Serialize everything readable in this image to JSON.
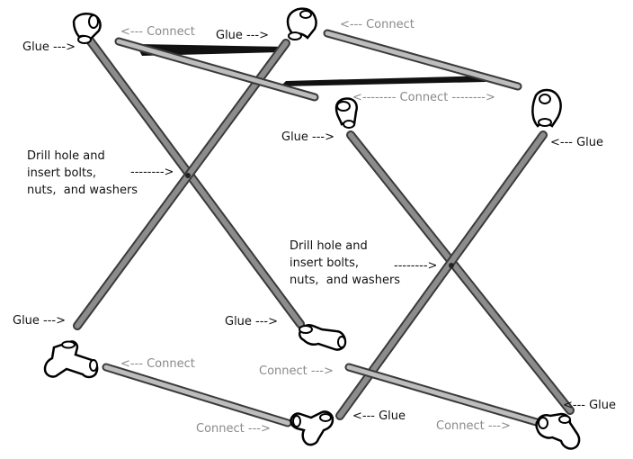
{
  "labels": {
    "glue_1": "Glue --->",
    "connect_1": "<--- Connect",
    "glue_2": "Glue --->",
    "connect_2": "<--- Connect",
    "connect_3": "<-------- Connect -------->",
    "glue_3": "Glue --->",
    "glue_4": "<--- Glue",
    "drill_1": "Drill hole and\ninsert bolts,\nnuts,  and washers",
    "drill_arrow_1": "-------->",
    "drill_2": "Drill hole and\ninsert bolts,\nnuts,  and washers",
    "drill_arrow_2": "-------->",
    "glue_5": "Glue --->",
    "glue_6": "Glue --->",
    "connect_4": "<--- Connect",
    "connect_5": "Connect --->",
    "glue_7": "<--- Glue",
    "connect_6": "Connect --->",
    "glue_8": "<--- Glue",
    "connect_7": "Connect --->"
  },
  "colors": {
    "pipe_fill": "#8c8c8c",
    "pipe_edge": "#3a3a3a",
    "connector_pipe_fill": "#bdbdbd",
    "strap": "#111111",
    "label_gray": "#8a8a8a",
    "label_dark": "#111111"
  },
  "icons": {
    "elbow_fitting": "pvc-elbow-icon",
    "tee_fitting": "pvc-tee-icon"
  }
}
